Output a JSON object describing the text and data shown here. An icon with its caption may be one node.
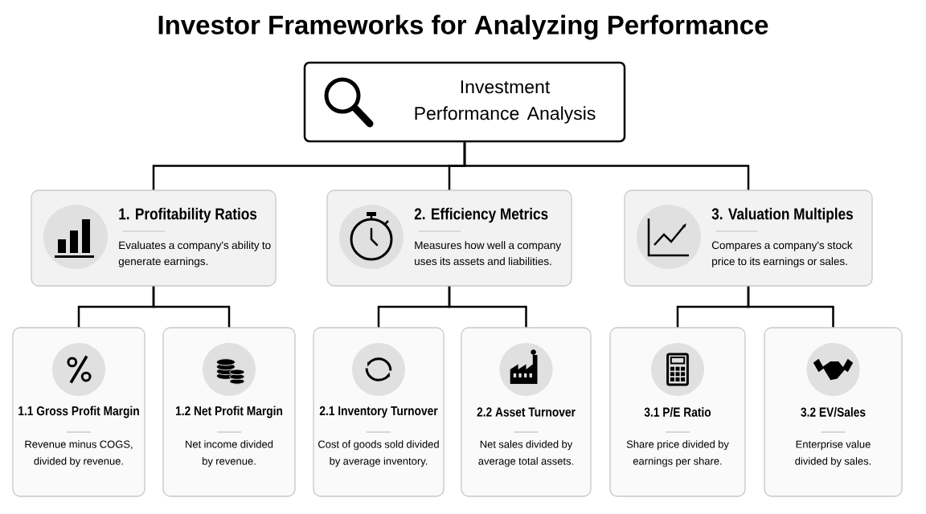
{
  "diagram": {
    "title": "Investor Frameworks for Analyzing Performance",
    "nodes": [
      {
        "text": [
          "Investment Performance Analysis"
        ]
      },
      {
        "text": [
          "1.  Profitability Ratios",
          "Evaluates a company's ability to generate earnings."
        ]
      },
      {
        "text": [
          "2. Efficiency Metrics",
          "Measures how well a company uses its assets and liabilities."
        ]
      },
      {
        "text": [
          "3. Valuation Multiples",
          "Compares a company's stock price to its earnings or sales."
        ]
      },
      {
        "text": [
          "1.1 Gross Profit Margin",
          "Revenue minus COGS, divided by revenue."
        ]
      },
      {
        "text": [
          "1.2 Net Profit Margin",
          "Net income divided by revenue."
        ]
      },
      {
        "text": [
          "2.1 Inventory Turnover",
          "Cost of goods sold divided by average inventory."
        ]
      },
      {
        "text": [
          "2.2 Asset Turnover",
          "Net sales divided by average total assets."
        ]
      },
      {
        "text": [
          "3.1 P/E Ratio",
          "Share price divided by earnings per share."
        ]
      },
      {
        "text": [
          "3.2 EV/Sales",
          "Enterprise value divided by sales."
        ]
      }
    ],
    "edges": [
      {
        "from": 0,
        "to": 1,
        "arrow": "none"
      },
      {
        "from": 0,
        "to": 2,
        "arrow": "none"
      },
      {
        "from": 0,
        "to": 3,
        "arrow": "none"
      },
      {
        "from": 1,
        "to": 4,
        "arrow": "none"
      },
      {
        "from": 1,
        "to": 5,
        "arrow": "none"
      },
      {
        "from": 2,
        "to": 6,
        "arrow": "none"
      },
      {
        "from": 2,
        "to": 7,
        "arrow": "none"
      },
      {
        "from": 3,
        "to": 8,
        "arrow": "none"
      },
      {
        "from": 3,
        "to": 9,
        "arrow": "none"
      }
    ]
  }
}
